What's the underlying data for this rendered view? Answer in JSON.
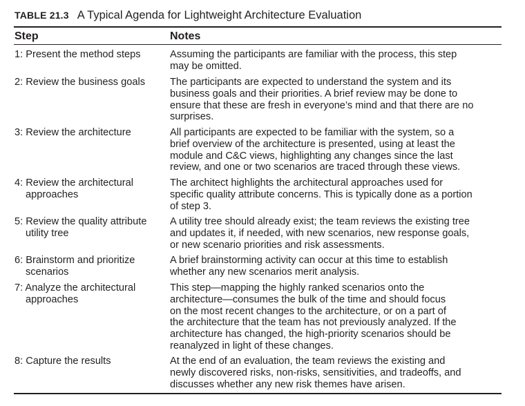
{
  "caption": {
    "number": "TABLE 21.3",
    "title": "A Typical Agenda for Lightweight Architecture Evaluation"
  },
  "columns": {
    "step": "Step",
    "notes": "Notes"
  },
  "rows": [
    {
      "step": "1: Present the method steps",
      "notes": "Assuming the participants are familiar with the process, this step\nmay be omitted."
    },
    {
      "step": "2: Review the business goals",
      "notes": "The participants are expected to understand the system and its\nbusiness goals and their priorities. A brief review may be done to\nensure that these are fresh in everyone’s mind and that there are no\nsurprises."
    },
    {
      "step": "3: Review the architecture",
      "notes": "All participants are expected to be familiar with the system, so a\nbrief overview of the architecture is presented, using at least the\nmodule and C&C views, highlighting any changes since the last\nreview, and one or two scenarios are traced through these views."
    },
    {
      "step": "4: Review the architectural approaches",
      "notes": "The architect highlights the architectural approaches used for\nspecific quality attribute concerns. This is typically done as a portion\nof step 3."
    },
    {
      "step": "5: Review the quality attribute utility tree",
      "notes": "A utility tree should already exist; the team reviews the existing tree\nand updates it, if needed, with new scenarios, new response goals,\nor new scenario priorities and risk assessments."
    },
    {
      "step": "6: Brainstorm and prioritize scenarios",
      "notes": "A brief brainstorming activity can occur at this time to establish\nwhether any new scenarios merit analysis."
    },
    {
      "step": "7: Analyze the architectural approaches",
      "notes": "This step—mapping the highly ranked scenarios onto the\narchitecture—consumes the bulk of the time and should focus\non the most recent changes to the architecture, or on a part of\nthe architecture that the team has not previously analyzed. If the\narchitecture has changed, the high-priority scenarios should be\nreanalyzed in light of these changes."
    },
    {
      "step": "8: Capture the results",
      "notes": "At the end of an evaluation, the team reviews the existing and\nnewly discovered risks, non-risks, sensitivities, and tradeoffs, and\ndiscusses whether any new risk themes have arisen."
    }
  ]
}
